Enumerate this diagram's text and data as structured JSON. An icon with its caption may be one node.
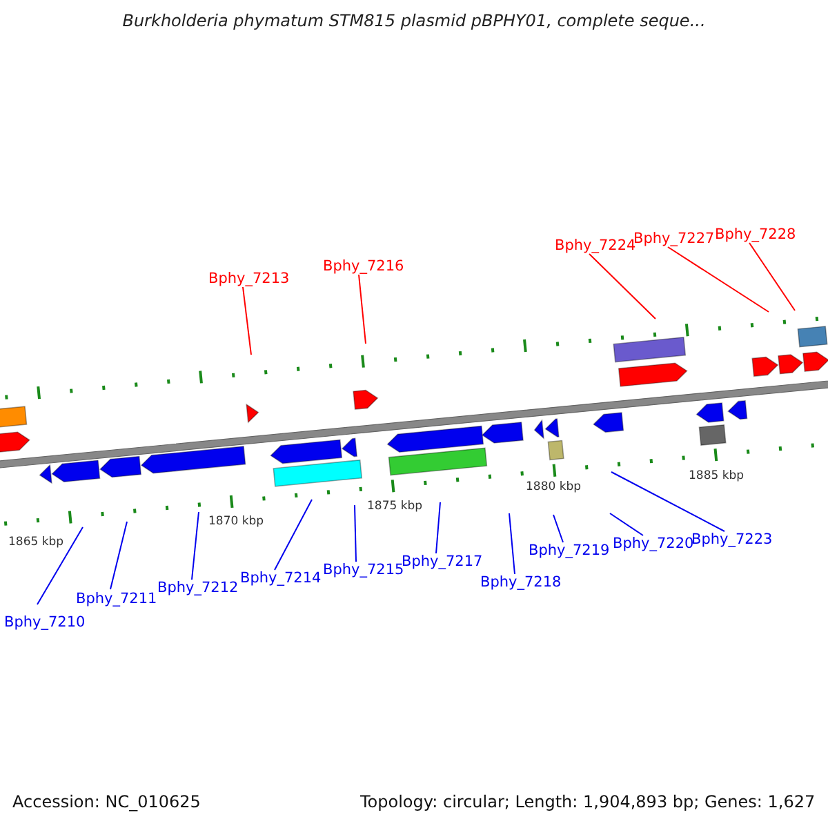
{
  "diagram": {
    "title": "Burkholderia phymatum STM815 plasmid pBPHY01, complete seque...",
    "nodes": [
      {
        "text": [
          "Bphy_7210"
        ]
      },
      {
        "text": [
          "Bphy_7211"
        ]
      },
      {
        "text": [
          "Bphy_7212"
        ]
      },
      {
        "text": [
          "Bphy_7213"
        ]
      },
      {
        "text": [
          "Bphy_7214"
        ]
      },
      {
        "text": [
          "Bphy_7215"
        ]
      },
      {
        "text": [
          "Bphy_7216"
        ]
      },
      {
        "text": [
          "Bphy_7217"
        ]
      },
      {
        "text": [
          "Bphy_7218"
        ]
      },
      {
        "text": [
          "Bphy_7219"
        ]
      },
      {
        "text": [
          "Bphy_7220"
        ]
      },
      {
        "text": [
          "Bphy_7223"
        ]
      },
      {
        "text": [
          "Bphy_7224"
        ]
      },
      {
        "text": [
          "Bphy_7227"
        ]
      },
      {
        "text": [
          "Bphy_7228"
        ]
      }
    ],
    "edges": [
      {
        "from": 0,
        "to": null,
        "arrow": "none"
      },
      {
        "from": 1,
        "to": null,
        "arrow": "none"
      },
      {
        "from": 2,
        "to": null,
        "arrow": "none"
      },
      {
        "from": 3,
        "to": null,
        "arrow": "none",
        "color": "#ff0000"
      },
      {
        "from": 4,
        "to": null,
        "arrow": "none"
      },
      {
        "from": 5,
        "to": null,
        "arrow": "none"
      },
      {
        "from": 6,
        "to": null,
        "arrow": "none",
        "color": "#ff0000"
      },
      {
        "from": 7,
        "to": null,
        "arrow": "none"
      },
      {
        "from": 8,
        "to": null,
        "arrow": "none"
      },
      {
        "from": 9,
        "to": null,
        "arrow": "none"
      },
      {
        "from": 10,
        "to": null,
        "arrow": "none"
      },
      {
        "from": 11,
        "to": null,
        "arrow": "none"
      },
      {
        "from": 12,
        "to": null,
        "arrow": "none",
        "color": "#ff0000"
      },
      {
        "from": 13,
        "to": null,
        "arrow": "none",
        "color": "#ff0000"
      },
      {
        "from": 14,
        "to": null,
        "arrow": "none",
        "color": "#ff0000"
      }
    ],
    "labels": [
      "1865 kbp",
      "1870 kbp",
      "1875 kbp",
      "1880 kbp",
      "1885 kbp",
      "Accession: NC_010625",
      "Topology: circular; Length: 1,904,893 bp; Genes: 1,627"
    ]
  }
}
